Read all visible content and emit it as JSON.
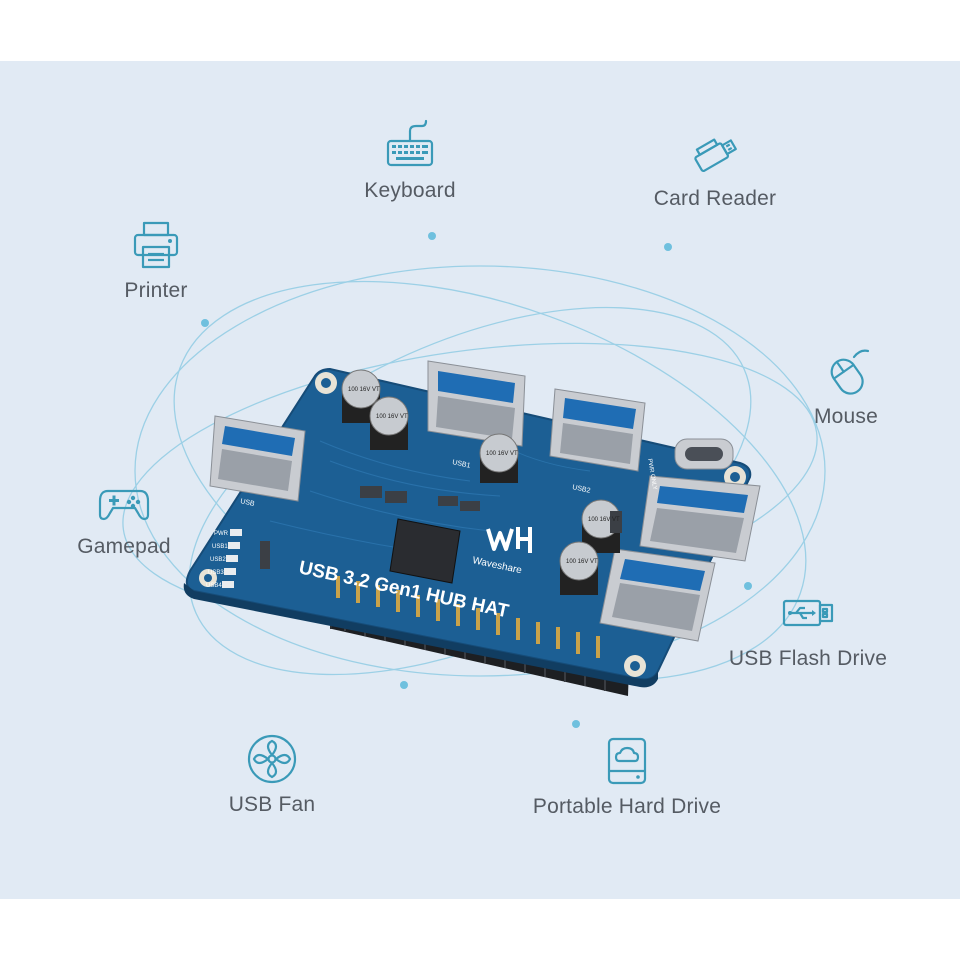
{
  "colors": {
    "background": "#e1eaf4",
    "icon": "#3a9ab8",
    "label": "#555b63",
    "orbit": "#9cd0e6",
    "board": "#1c5f94"
  },
  "devices": [
    {
      "label": "Keyboard",
      "icon": "keyboard-icon"
    },
    {
      "label": "Card Reader",
      "icon": "card-reader-icon"
    },
    {
      "label": "Printer",
      "icon": "printer-icon"
    },
    {
      "label": "Mouse",
      "icon": "mouse-icon"
    },
    {
      "label": "Gamepad",
      "icon": "gamepad-icon"
    },
    {
      "label": "USB Flash Drive",
      "icon": "usb-flash-drive-icon"
    },
    {
      "label": "USB Fan",
      "icon": "fan-icon"
    },
    {
      "label": "Portable Hard Drive",
      "icon": "hard-drive-icon"
    }
  ],
  "board": {
    "title": "USB 3.2 Gen1 HUB HAT",
    "brand": "Waveshare",
    "port_labels": {
      "usb": "USB",
      "usb1": "USB1",
      "usb2": "USB2",
      "pwr_only": "PWR ONLY"
    },
    "leds": [
      "PWR",
      "USB1",
      "USB2",
      "USB3",
      "USB4"
    ],
    "capacitor_text": "100 16V VT"
  }
}
